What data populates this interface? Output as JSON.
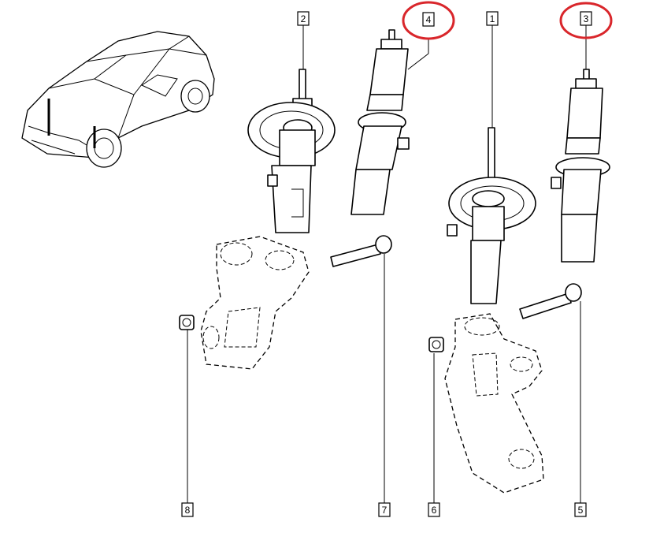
{
  "diagram": {
    "callouts": [
      {
        "id": "c1",
        "label": "1"
      },
      {
        "id": "c2",
        "label": "2"
      },
      {
        "id": "c3",
        "label": "3"
      },
      {
        "id": "c4",
        "label": "4"
      },
      {
        "id": "c5",
        "label": "5"
      },
      {
        "id": "c6",
        "label": "6"
      },
      {
        "id": "c7",
        "label": "7"
      },
      {
        "id": "c8",
        "label": "8"
      }
    ],
    "highlighted": [
      "3",
      "4"
    ],
    "highlight_color": "#d9262b",
    "line_color": "#000000",
    "background": "#ffffff"
  }
}
